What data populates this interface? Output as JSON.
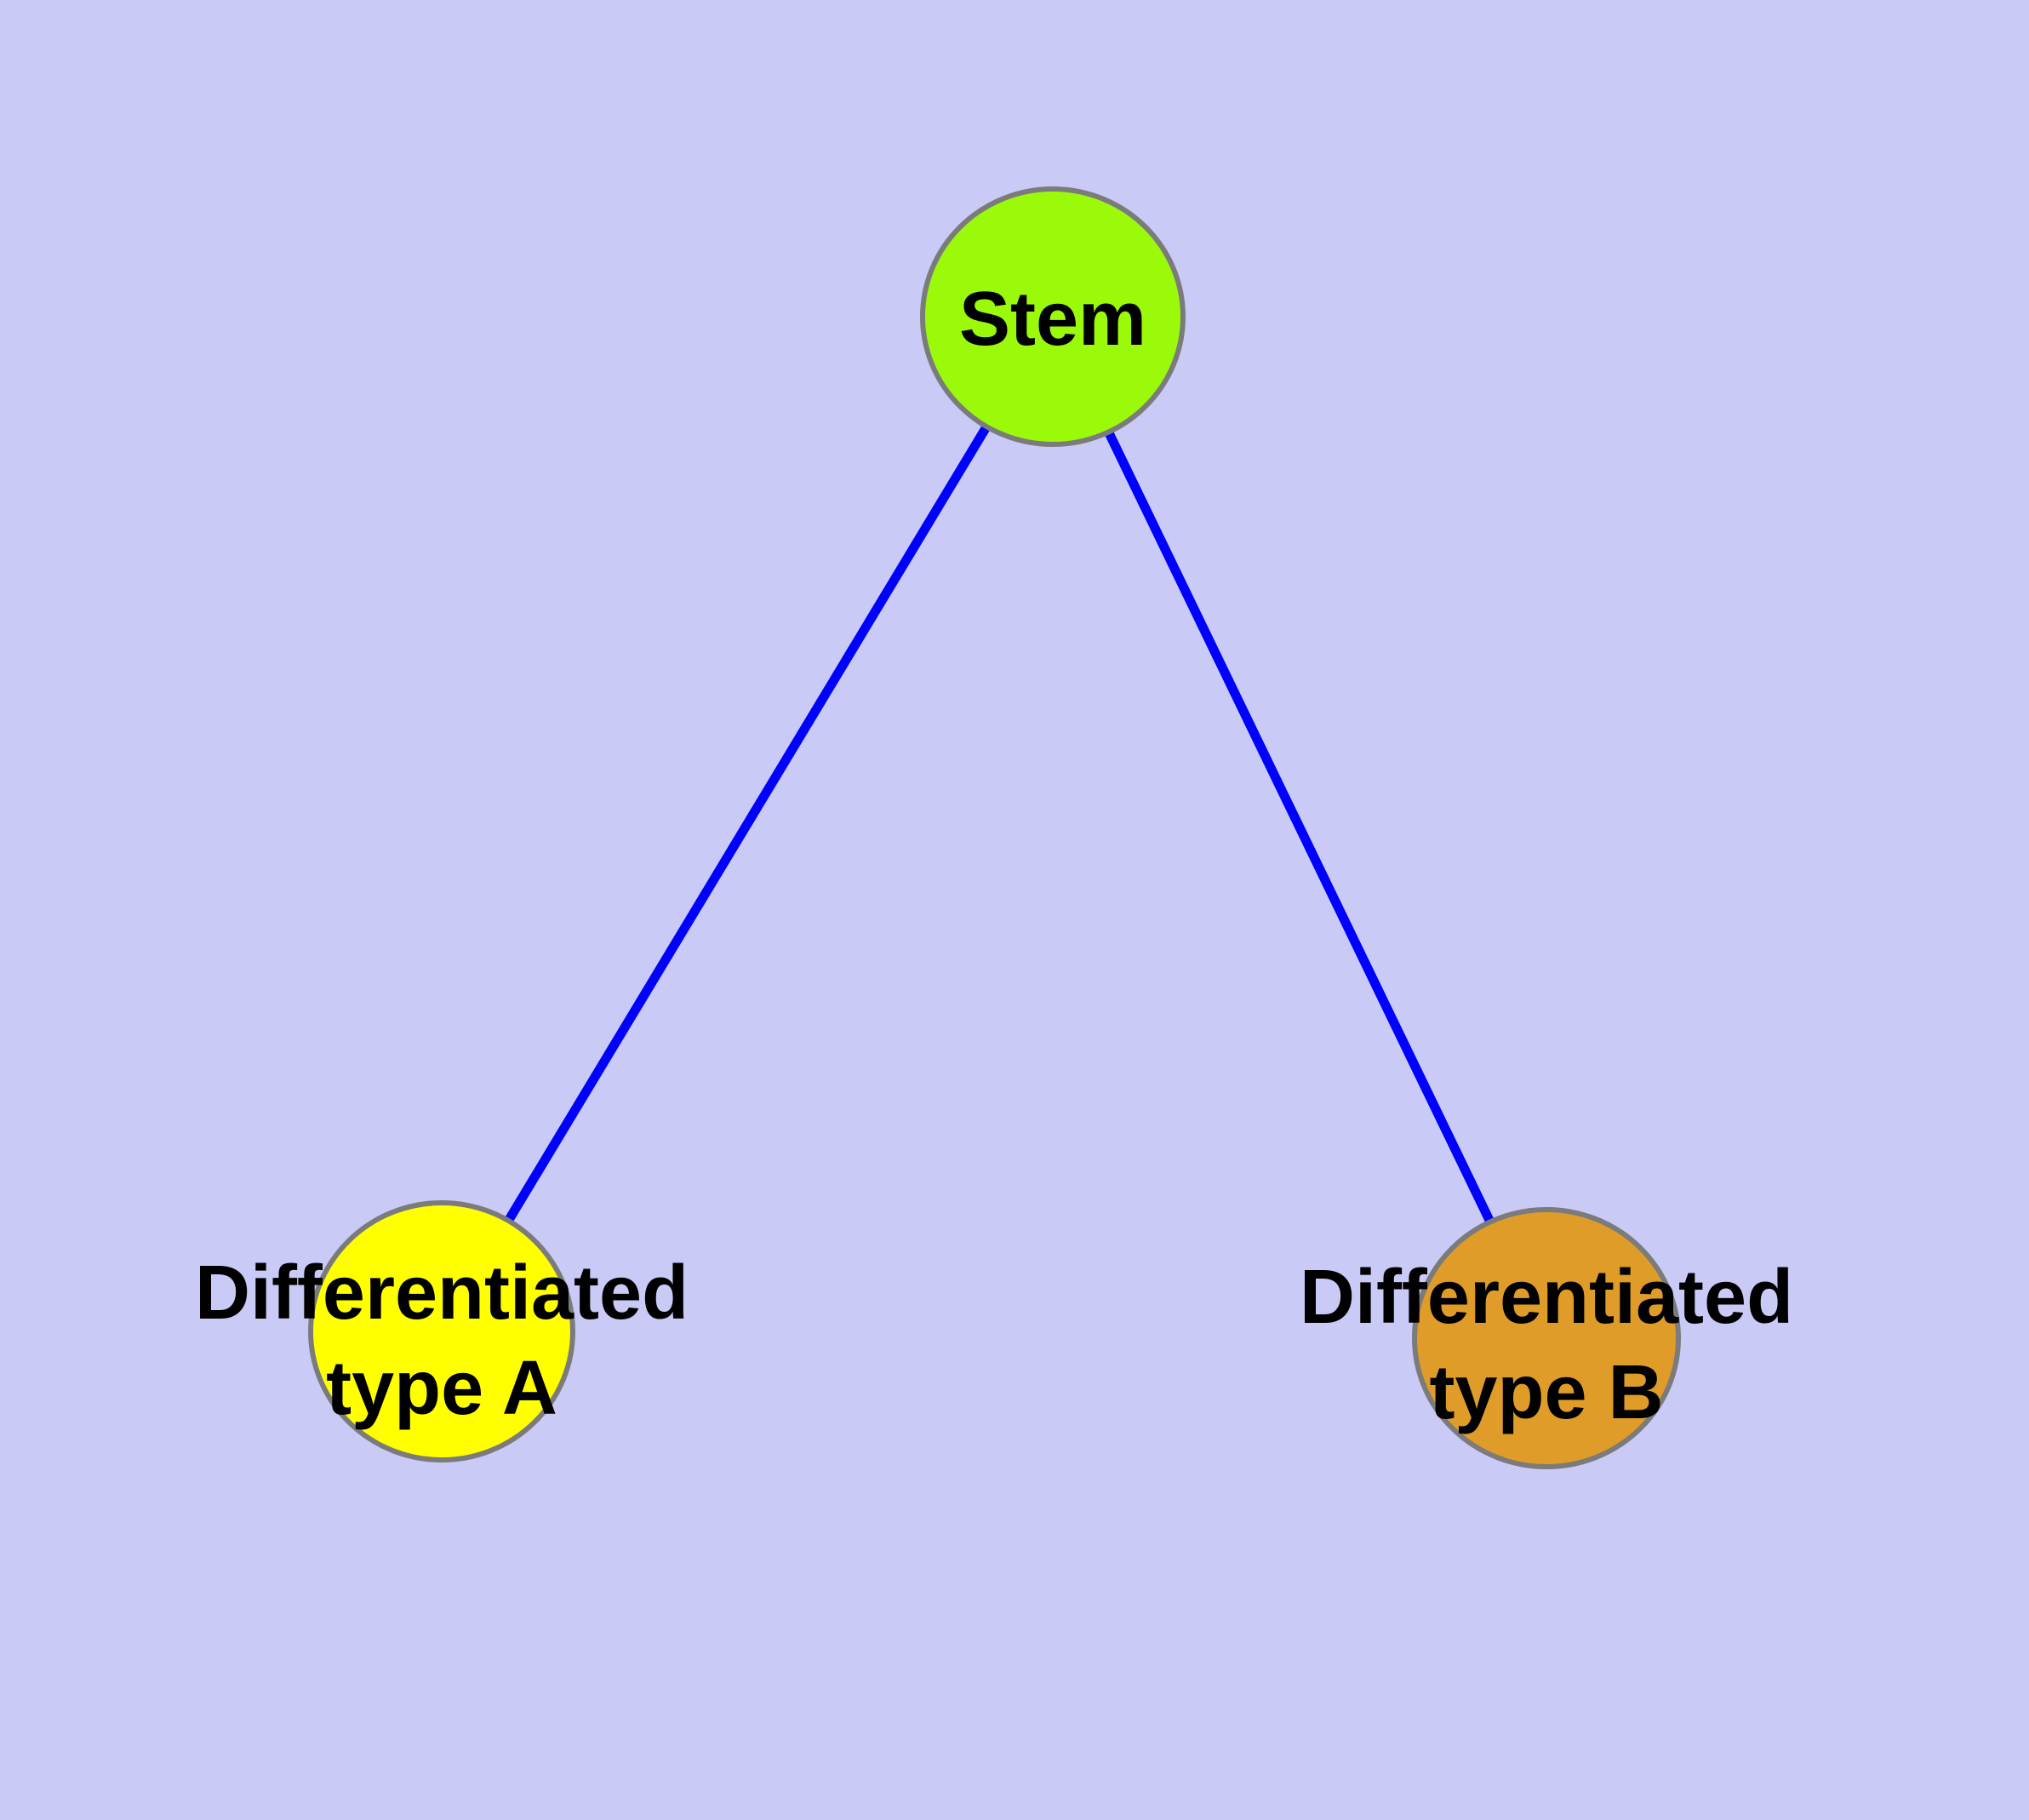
{
  "diagram": {
    "title": "",
    "background_color": "#CACAF7",
    "edge_color": "#0000FF",
    "node_border_color": "#7B7B7B",
    "text_color": "#000000",
    "nodes": [
      {
        "id": "stem",
        "label": "Stem",
        "label_lines": [
          "Stem"
        ],
        "fill": "#9AFA0A"
      },
      {
        "id": "type-a",
        "label": "Differentiated type A",
        "label_lines": [
          "Differentiated",
          "type A"
        ],
        "fill": "#FFFF00"
      },
      {
        "id": "type-b",
        "label": "Differentiated type B",
        "label_lines": [
          "Differentiated",
          "type B"
        ],
        "fill": "#E09C28"
      }
    ],
    "edges": [
      {
        "from": "stem",
        "to": "type-a"
      },
      {
        "from": "stem",
        "to": "type-b"
      }
    ]
  }
}
